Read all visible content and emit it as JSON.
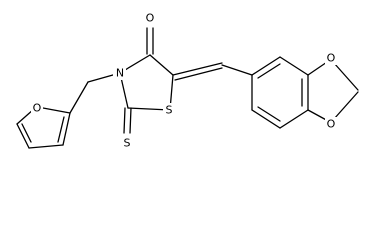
{
  "molecule": {
    "atoms": {
      "carbonyl_oxygen": "O",
      "ring_nitrogen": "N",
      "ring_sulfur": "S",
      "thioxo_sulfur": "S",
      "furan_oxygen": "O",
      "dioxole_oxygen_top": "O",
      "dioxole_oxygen_bottom": "O"
    }
  }
}
